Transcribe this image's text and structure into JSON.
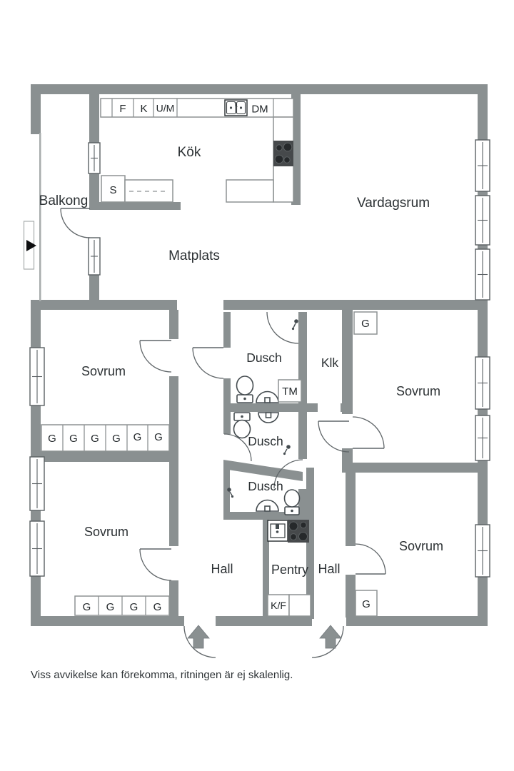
{
  "colors": {
    "wall": "#8a9091",
    "stroke": "#8d9293",
    "fixture": "#454c50",
    "door": "#5f6568",
    "window": "#5a6063",
    "text": "#2b3033",
    "boxtext": "#1f2427",
    "stove": "#46494b",
    "burner": "#26292b",
    "burnerline": "#5c6163",
    "railing": "#a8adad",
    "marker": "#0d0e0f",
    "arrowoutline": "#70767a"
  },
  "rooms": {
    "balkong": "Balkong",
    "kok": "Kök",
    "vardagsrum": "Vardagsrum",
    "matplats": "Matplats",
    "sovrum": "Sovrum",
    "dusch": "Dusch",
    "klk": "Klk",
    "hall": "Hall",
    "pentry": "Pentry"
  },
  "labels": {
    "f": "F",
    "k": "K",
    "um": "U/M",
    "dm": "DM",
    "s": "S",
    "tm": "TM",
    "kf": "K/F",
    "g": "G"
  },
  "footer": {
    "disclaimer": "Viss avvikelse kan förekomma, ritningen är ej skalenlig."
  }
}
